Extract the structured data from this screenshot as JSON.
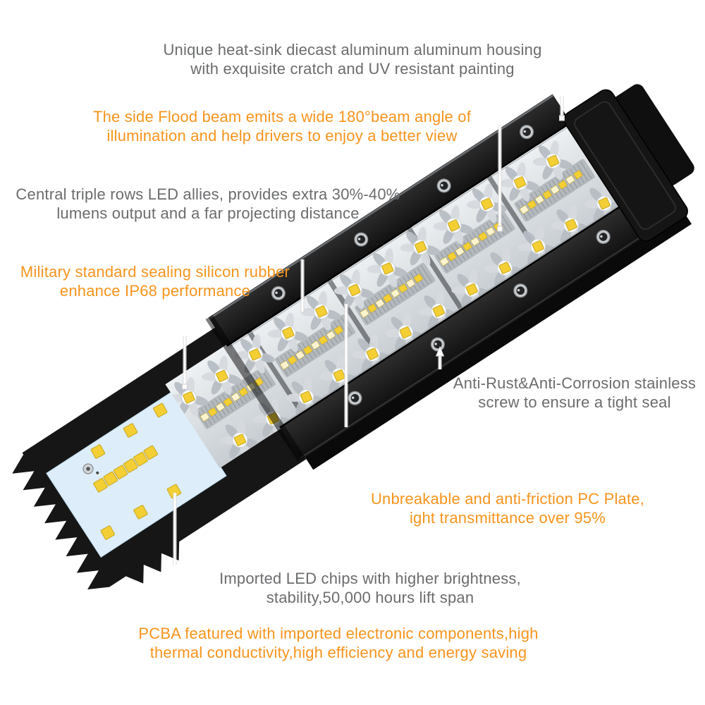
{
  "annotations": {
    "housing": {
      "color": "gray",
      "line1": "Unique heat-sink diecast aluminum aluminum housing",
      "line2": "with exquisite cratch and UV resistant painting"
    },
    "side_flood": {
      "color": "orange",
      "line1": "The side Flood beam emits a wide 180°beam angle of",
      "line2": "illumination and help drivers to enjoy a better view"
    },
    "central_leds": {
      "color": "gray",
      "line1": "Central triple rows LED allies, provides extra 30%-40%",
      "line2": "lumens output and a far projecting distance"
    },
    "sealing": {
      "color": "orange",
      "line1": "Military standard sealing silicon rubber",
      "line2": "enhance IP68 performance"
    },
    "screws": {
      "color": "gray",
      "line1": "Anti-Rust&Anti-Corrosion stainless",
      "line2": "screw to ensure a tight seal"
    },
    "pc_plate": {
      "color": "orange",
      "line1": "Unbreakable and anti-friction PC Plate,",
      "line2": "ight transmittance over 95%"
    },
    "led_chips": {
      "color": "gray",
      "line1": "Imported LED chips with higher brightness,",
      "line2": "stability,50,000 hours lift span"
    },
    "pcba": {
      "color": "orange",
      "line1": "PCBA featured with imported electronic components,high",
      "line2": "thermal conductivity,high efficiency and energy saving"
    }
  },
  "product": {
    "kind": "led-light-bar",
    "lens_sections": 5,
    "reflector_rows": 2,
    "central_triple_row": true,
    "pcb_exposed": true
  },
  "colors": {
    "text_gray": "#6b6c6e",
    "text_orange": "#f7941d",
    "bar_black": "#161616",
    "band_light_edge": "#6c7074",
    "lens_light": "#eef1f3",
    "lens_dark": "#c7cdd2",
    "petal": "#b6bdc3",
    "petal_light": "#d6dade",
    "pod_bezel": "#f8fbfd",
    "led_yellow": "#f3cf35",
    "led_border": "#c9a51f",
    "mini_white": "#fbf3cf",
    "pcb_blue": "#ddeefa",
    "screw_silver": "#c7cacd",
    "leader_white": "#ffffff",
    "leader_halo": "#d8d8d8"
  }
}
